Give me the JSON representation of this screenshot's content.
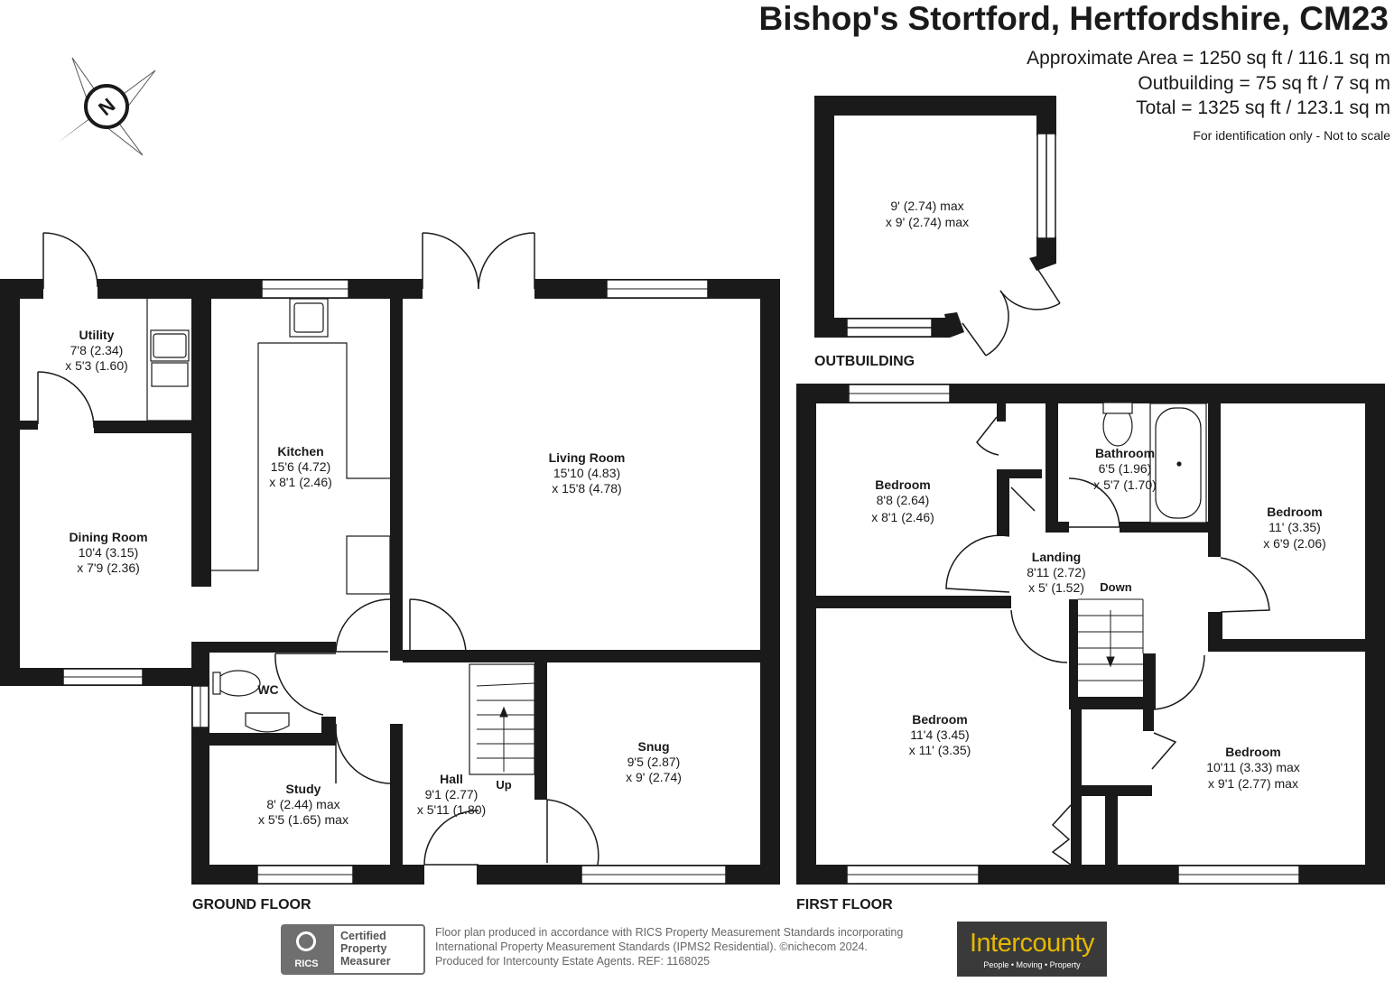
{
  "header": {
    "title": "Bishop's Stortford, Hertfordshire, CM23",
    "area_main": "Approximate Area = 1250 sq ft / 116.1 sq m",
    "area_outbuilding": "Outbuilding = 75 sq ft / 7 sq m",
    "area_total": "Total = 1325 sq ft / 123.1 sq m",
    "note": "For identification only - Not to scale"
  },
  "compass": {
    "icon": "north-compass-icon",
    "letter": "N"
  },
  "floors": {
    "ground": "GROUND FLOOR",
    "first": "FIRST FLOOR",
    "outbuilding": "OUTBUILDING"
  },
  "rooms": {
    "utility": {
      "name": "Utility",
      "d1": "7'8 (2.34)",
      "d2": "x 5'3 (1.60)"
    },
    "kitchen": {
      "name": "Kitchen",
      "d1": "15'6 (4.72)",
      "d2": "x 8'1 (2.46)"
    },
    "living": {
      "name": "Living Room",
      "d1": "15'10 (4.83)",
      "d2": "x 15'8 (4.78)"
    },
    "dining": {
      "name": "Dining Room",
      "d1": "10'4 (3.15)",
      "d2": "x 7'9 (2.36)"
    },
    "wc": {
      "name": "WC"
    },
    "study": {
      "name": "Study",
      "d1": "8' (2.44) max",
      "d2": "x 5'5 (1.65) max"
    },
    "hall": {
      "name": "Hall",
      "d1": "9'1 (2.77)",
      "d2": "x 5'11 (1.80)"
    },
    "snug": {
      "name": "Snug",
      "d1": "9'5 (2.87)",
      "d2": "x 9' (2.74)"
    },
    "outbuilding": {
      "d1": "9' (2.74) max",
      "d2": "x 9' (2.74) max"
    },
    "bed1": {
      "name": "Bedroom",
      "d1": "8'8 (2.64)",
      "d2": "x 8'1 (2.46)"
    },
    "bathroom": {
      "name": "Bathroom",
      "d1": "6'5 (1.96)",
      "d2": "x 5'7 (1.70)"
    },
    "bed2": {
      "name": "Bedroom",
      "d1": "11' (3.35)",
      "d2": "x 6'9 (2.06)"
    },
    "landing": {
      "name": "Landing",
      "d1": "8'11 (2.72)",
      "d2": "x 5' (1.52)"
    },
    "bed3": {
      "name": "Bedroom",
      "d1": "11'4 (3.45)",
      "d2": "x 11' (3.35)"
    },
    "bed4": {
      "name": "Bedroom",
      "d1": "10'11 (3.33) max",
      "d2": "x 9'1 (2.77) max"
    }
  },
  "stairs": {
    "up": "Up",
    "down": "Down"
  },
  "footer": {
    "line1": "Floor plan produced in accordance with RICS Property Measurement Standards incorporating",
    "line2": "International Property Measurement Standards (IPMS2 Residential).  ©nichecom 2024.",
    "line3": "Produced for Intercounty Estate Agents.   REF:  1168025",
    "rics_logo": "RICS",
    "rics_cert_1": "Certified",
    "rics_cert_2": "Property",
    "rics_cert_3": "Measurer",
    "agent_name": "Intercounty",
    "agent_tagline": "People  •  Moving  •  Property"
  },
  "colors": {
    "wall": "#1a1a1a",
    "agent_bg": "#3a3a3a",
    "agent_text": "#e6b800",
    "rics_grey": "#6f6f6f"
  }
}
